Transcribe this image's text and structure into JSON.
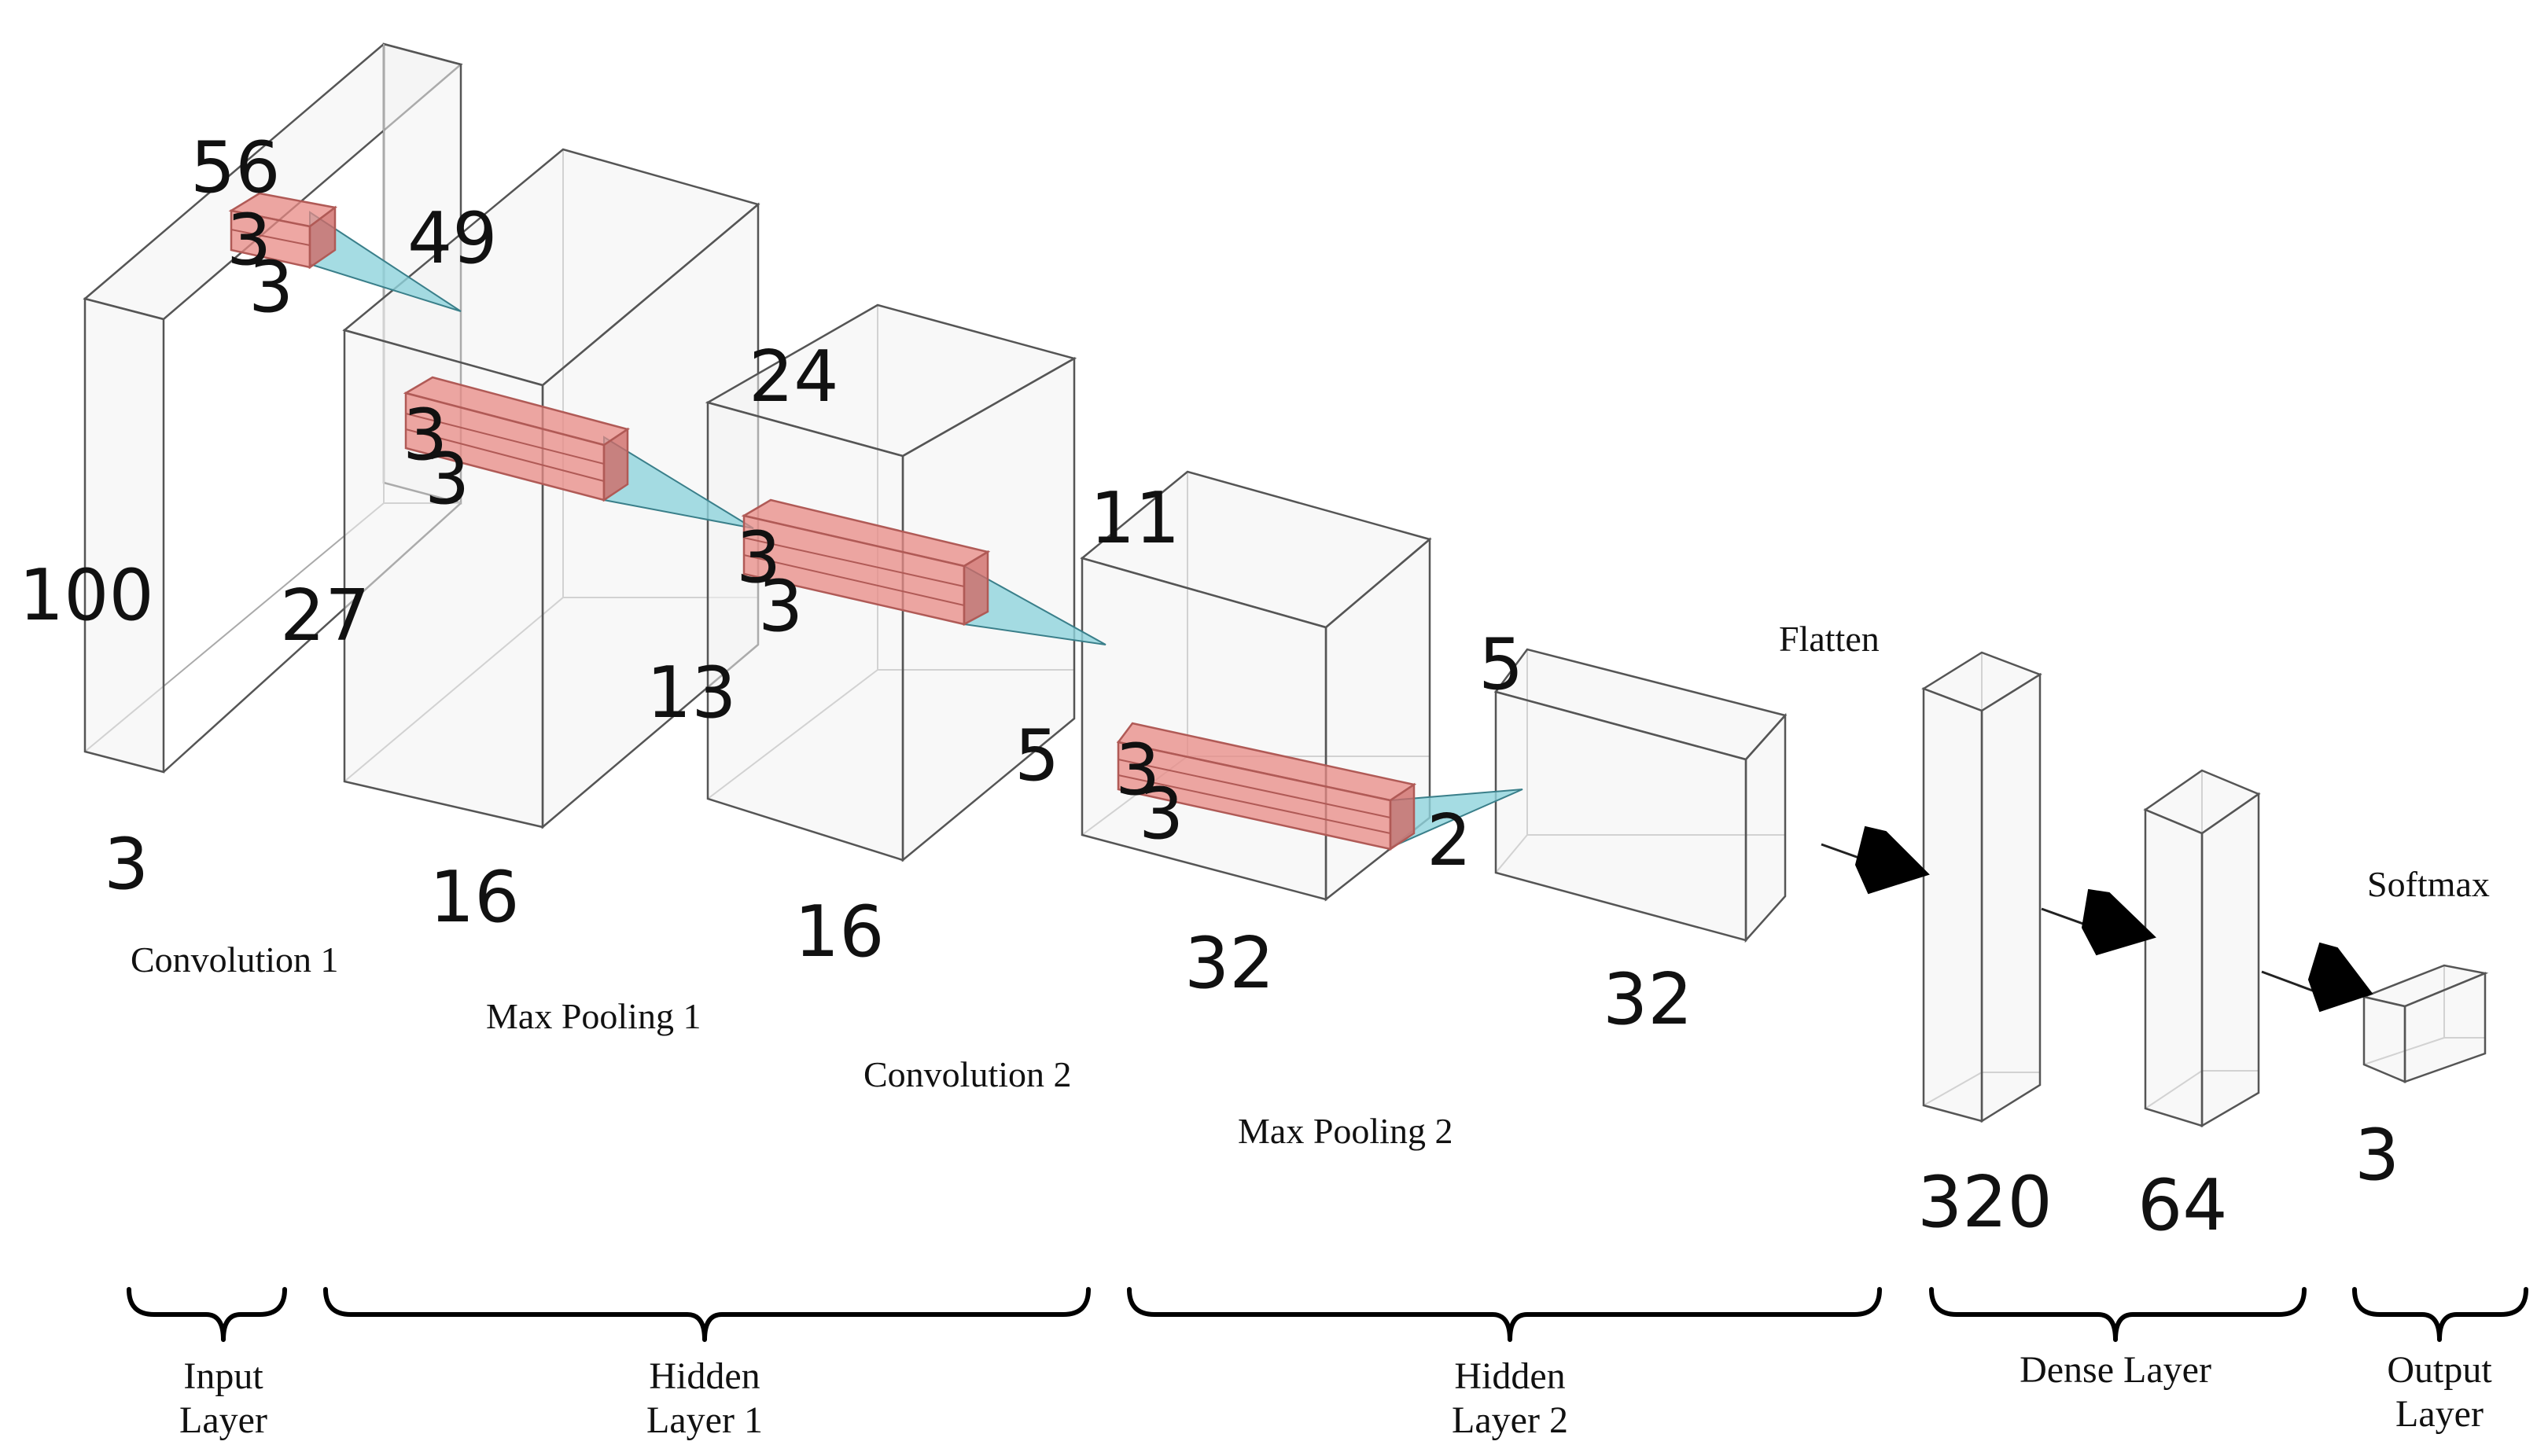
{
  "layers": {
    "input": {
      "height": "100",
      "width": "56",
      "depth": "3",
      "kernel_a": "3",
      "kernel_b": "3"
    },
    "conv1": {
      "label": "Convolution 1",
      "height": "49",
      "width": "27",
      "depth": "16",
      "kernel_a": "3",
      "kernel_b": "3"
    },
    "pool1": {
      "label": "Max Pooling 1",
      "height": "24",
      "width": "13",
      "depth": "16",
      "kernel_a": "3",
      "kernel_b": "3"
    },
    "conv2": {
      "label": "Convolution 2",
      "height": "11",
      "width": "5",
      "depth": "32",
      "kernel_a": "3",
      "kernel_b": "3"
    },
    "pool2": {
      "label": "Max Pooling 2",
      "height": "5",
      "width": "2",
      "depth": "32"
    },
    "flatten": {
      "label": "Flatten"
    },
    "dense1": {
      "size": "320"
    },
    "dense2": {
      "size": "64"
    },
    "softmax": {
      "label": "Softmax",
      "size": "3"
    }
  },
  "groups": {
    "input": [
      "Input",
      "Layer"
    ],
    "hidden1": [
      "Hidden",
      "Layer 1"
    ],
    "hidden2": [
      "Hidden",
      "Layer 2"
    ],
    "dense": [
      "Dense Layer"
    ],
    "output": [
      "Output",
      "Layer"
    ]
  },
  "colors": {
    "kernel": "#e88a84",
    "receptive_field": "#8fd3dc",
    "box_edge": "#555555"
  }
}
